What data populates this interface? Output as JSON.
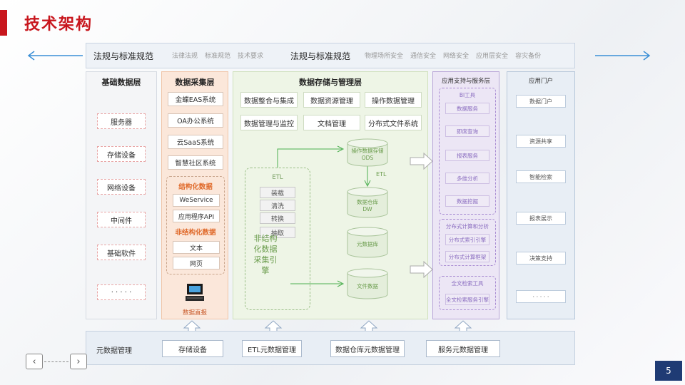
{
  "page": {
    "title": "技术架构",
    "page_number": "5",
    "prev_icon": "chevron-left-icon",
    "next_icon": "chevron-right-icon",
    "accent": "#c8161d",
    "brand_dark": "#1f3b74"
  },
  "regulation": {
    "left_title": "法规与标准规范",
    "center_title": "法规与标准规范",
    "items_left": [
      "法律法规",
      "标准规范",
      "技术要求"
    ],
    "items_right": [
      "物理场所安全",
      "通信安全",
      "网络安全",
      "应用层安全",
      "容灾备份"
    ]
  },
  "basic_layer": {
    "title": "基础数据层",
    "items": [
      "服务器",
      "存储设备",
      "网络设备",
      "中间件",
      "基础软件",
      "· · · · ·"
    ]
  },
  "collect_layer": {
    "title": "数据采集层",
    "systems": [
      "金蝶EAS系统",
      "OA办公系统",
      "云SaaS系统",
      "智慧社区系统"
    ],
    "structured_label": "结构化数据",
    "structured_items": [
      "WeService",
      "应用程序API"
    ],
    "unstructured_label": "非结构化数据",
    "unstructured_items": [
      "文本",
      "网页"
    ],
    "footer": "数据直报"
  },
  "storage_layer": {
    "title": "数据存储与管理层",
    "row1": [
      "数据整合与集成",
      "数据资源管理",
      "操作数据管理"
    ],
    "row2": [
      "数据管理与监控",
      "文档管理",
      "分布式文件系统"
    ],
    "etl_label": "ETL",
    "etl_steps": [
      "装载",
      "清洗",
      "转换",
      "抽取"
    ],
    "unstructured_text": "非结构化数据采集引擎",
    "etl_arrow_label": "ETL",
    "stores": [
      {
        "line1": "操作数据存储",
        "line2": "ODS"
      },
      {
        "line1": "数据仓库",
        "line2": "DW"
      },
      {
        "line1": "元数据库",
        "line2": ""
      },
      {
        "line1": "文件数据",
        "line2": ""
      }
    ]
  },
  "app_layer": {
    "title": "应用支持与服务层",
    "groups": [
      {
        "label": "BI工具",
        "items": [
          "数据服务",
          "即席查询",
          "报表服务",
          "多维分析",
          "数据挖掘"
        ]
      },
      {
        "label": "分布式计算和分析",
        "items": [
          "分布式索引引擎",
          "分布式计算框架"
        ]
      },
      {
        "label": "全文检索工具",
        "items": [
          "全文检索服务引擎"
        ]
      }
    ]
  },
  "portal_layer": {
    "title": "应用门户",
    "items": [
      "数据门户",
      "资源共享",
      "智能检索",
      "报表展示",
      "决策支持",
      "· · · · ·"
    ]
  },
  "meta": {
    "label": "元数据管理",
    "items": [
      "存储设备",
      "ETL元数据管理",
      "数据仓库元数据管理",
      "服务元数据管理"
    ]
  }
}
